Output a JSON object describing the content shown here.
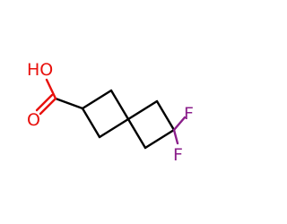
{
  "molecule": {
    "atoms": {
      "hydroxyl": "HO",
      "carbonyl_oxygen": "O",
      "fluorine_1": "F",
      "fluorine_2": "F"
    }
  },
  "colors": {
    "bond": "#000000",
    "oxygen": "#e8100c",
    "fluorine": "#8a1e8a",
    "background": "#ffffff"
  }
}
